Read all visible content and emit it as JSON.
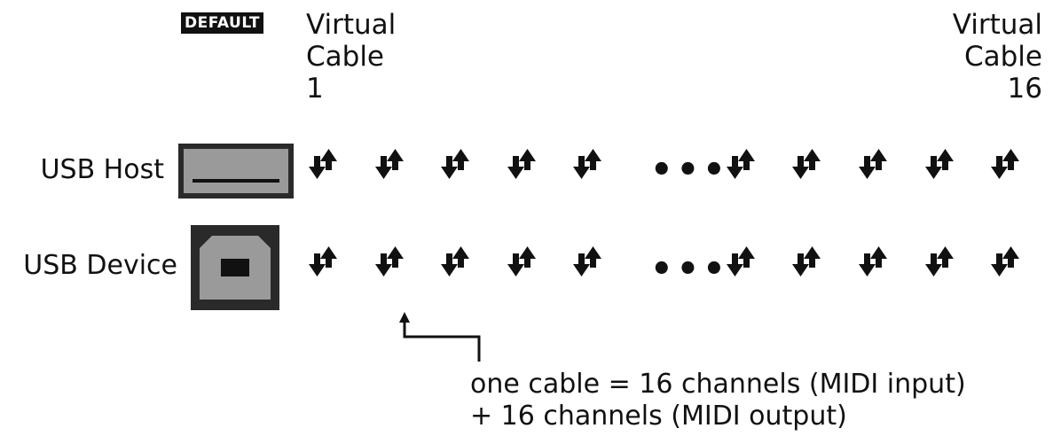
{
  "header": {
    "default_badge": "DEFAULT",
    "first_cable": [
      "Virtual",
      "Cable",
      "1"
    ],
    "last_cable": [
      "Virtual",
      "Cable",
      "16"
    ]
  },
  "rows": [
    {
      "label": "USB Host",
      "port": "usb-a-port-icon"
    },
    {
      "label": "USB Device",
      "port": "usb-b-port-icon"
    }
  ],
  "cable_icon": "bidirectional-arrow-icon",
  "ellipsis": "•••",
  "annotation": {
    "line1": "one cable = 16 channels (MIDI input)",
    "line2": "+ 16 channels (MIDI output)"
  },
  "colors": {
    "ink": "#111111",
    "port_gray": "#9a9a9a",
    "port_frame": "#2a2a2a"
  }
}
